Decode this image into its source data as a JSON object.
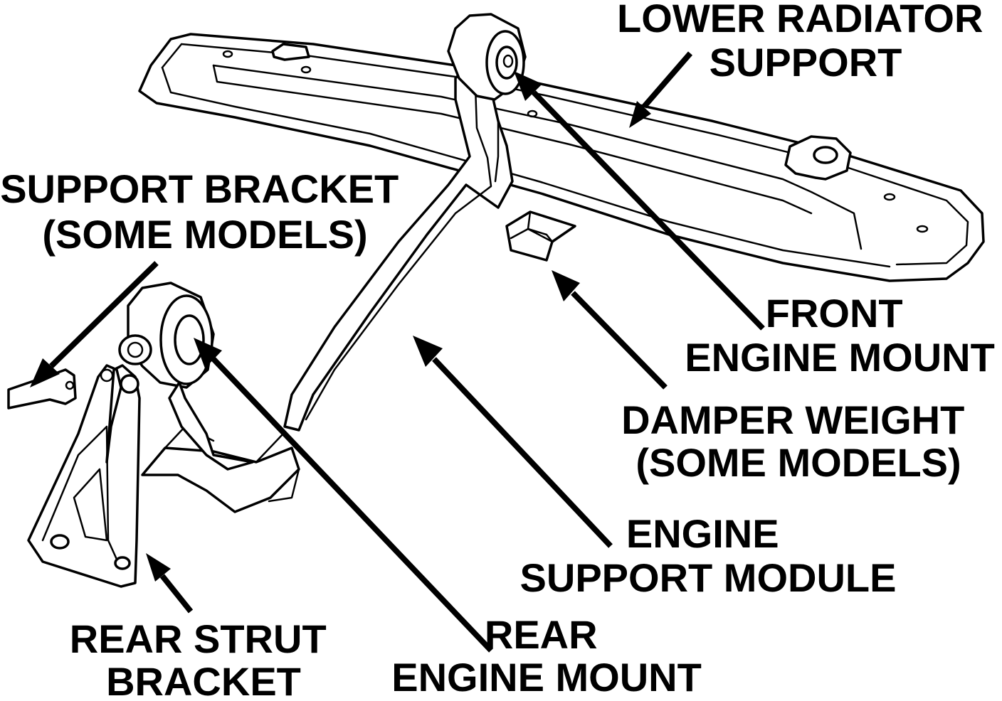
{
  "labels": {
    "lower_radiator_support": [
      "LOWER RADIATOR",
      "SUPPORT"
    ],
    "support_bracket": [
      "SUPPORT BRACKET",
      "(SOME MODELS)"
    ],
    "front_engine_mount": [
      "FRONT",
      "ENGINE MOUNT"
    ],
    "damper_weight": [
      "DAMPER WEIGHT",
      "(SOME MODELS)"
    ],
    "engine_support_module": [
      "ENGINE",
      "SUPPORT MODULE"
    ],
    "rear_strut_bracket": [
      "REAR STRUT",
      "BRACKET"
    ],
    "rear_engine_mount": [
      "REAR",
      "ENGINE MOUNT"
    ]
  },
  "colors": {
    "ink": "#000000",
    "paper": "#ffffff"
  }
}
